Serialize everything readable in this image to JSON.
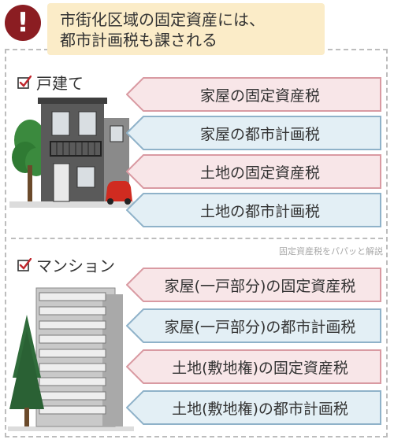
{
  "header": {
    "alert_icon": "exclamation-icon",
    "line1": "市街化区域の固定資産には、",
    "line2": "都市計画税も課される"
  },
  "sections": {
    "detached": {
      "title": "戸建て",
      "items": [
        "家屋の固定資産税",
        "家屋の都市計画税",
        "土地の固定資産税",
        "土地の都市計画税"
      ]
    },
    "mansion": {
      "title": "マンション",
      "items": [
        "家屋(一戸部分)の固定資産税",
        "家屋(一戸部分)の都市計画税",
        "土地(敷地権)の固定資産税",
        "土地(敷地権)の都市計画税"
      ]
    }
  },
  "watermark": "固定資産税をパパッと解説",
  "colors": {
    "alert": "#8b1d22",
    "headline_bg": "#fbecc8",
    "pink_fill": "#f8e6e8",
    "pink_stroke": "#d99aa2",
    "blue_fill": "#e3eff5",
    "blue_stroke": "#8fb2c9",
    "checkbox_red": "#c0272d"
  }
}
